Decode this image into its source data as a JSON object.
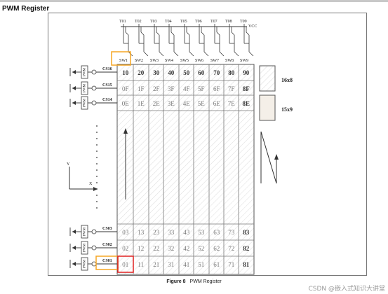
{
  "section_title": "PWM Register",
  "transistor_labels": [
    "T01",
    "T02",
    "T03",
    "T04",
    "T05",
    "T06",
    "T07",
    "T08",
    "T09"
  ],
  "vcc_label": "VCC",
  "switch_labels": [
    "SW1",
    "SW2",
    "SW3",
    "SW4",
    "SW5",
    "SW6",
    "SW7",
    "SW8",
    "SW9"
  ],
  "top_rows": [
    {
      "cs": "CS16",
      "cells": [
        "10",
        "20",
        "30",
        "40",
        "50",
        "60",
        "70",
        "80",
        "90"
      ]
    },
    {
      "cs": "CS15",
      "cells": [
        "0F",
        "1F",
        "2F",
        "3F",
        "4F",
        "5F",
        "6F",
        "7F",
        "8F"
      ]
    },
    {
      "cs": "CS14",
      "cells": [
        "0E",
        "1E",
        "2E",
        "3E",
        "4E",
        "5E",
        "6E",
        "7E",
        "8E"
      ]
    }
  ],
  "bottom_rows": [
    {
      "cs": "CS03",
      "cells": [
        "03",
        "13",
        "23",
        "33",
        "43",
        "53",
        "63",
        "73",
        "83"
      ]
    },
    {
      "cs": "CS02",
      "cells": [
        "02",
        "12",
        "22",
        "32",
        "42",
        "52",
        "62",
        "72",
        "82"
      ]
    },
    {
      "cs": "CS01",
      "cells": [
        "01",
        "11",
        "21",
        "31",
        "41",
        "51",
        "61",
        "71",
        "81"
      ]
    }
  ],
  "pwm_label": "PWM",
  "legend": [
    {
      "label": "16x8",
      "fill": "hatched"
    },
    {
      "label": "15x9",
      "fill": "plain"
    }
  ],
  "axis": {
    "y": "Y",
    "x": "X"
  },
  "caption": {
    "figure_no": "Figure 8",
    "title": "PWM Register"
  },
  "watermark": "CSDN @嵌入式知识大讲堂",
  "colors": {
    "highlight_orange": "#f5a623",
    "highlight_red": "#e02020",
    "grid_line": "#555555",
    "cell_text": "#777777"
  }
}
